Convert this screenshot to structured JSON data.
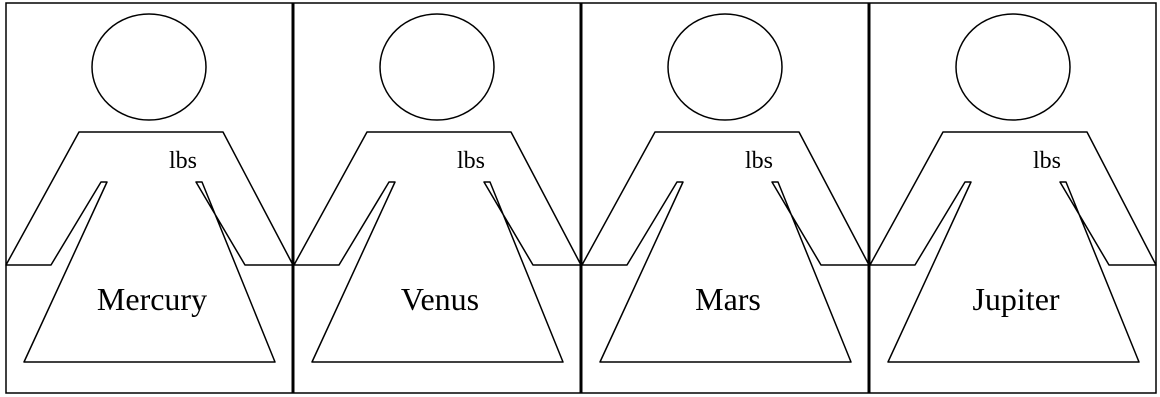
{
  "unit_label": "lbs",
  "panels": [
    {
      "planet": "Mercury"
    },
    {
      "planet": "Venus"
    },
    {
      "planet": "Mars"
    },
    {
      "planet": "Jupiter"
    }
  ]
}
